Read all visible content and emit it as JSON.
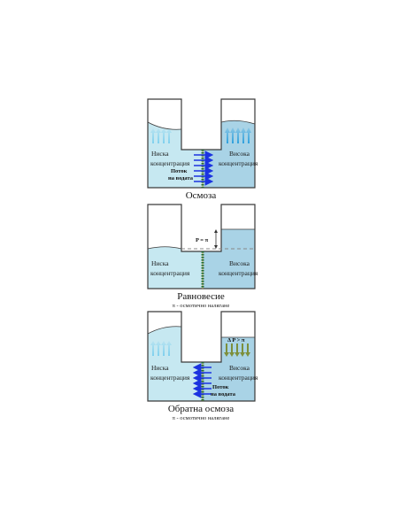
{
  "colors": {
    "low_water": "#c6e8f1",
    "high_water": "#a9d3e6",
    "outline": "#3a3a3a",
    "flow_arrow": "#1b33e0",
    "pressure_arrow": "#7d8f3c",
    "membrane_dash": "#1f6b34"
  },
  "panels": [
    {
      "low_label": [
        "Ниска",
        "концентрация"
      ],
      "high_label": [
        "Висока",
        "концентрация"
      ],
      "flow_label": [
        "Поток",
        "на водата"
      ],
      "title": "Осмоза",
      "subtitle": ""
    },
    {
      "low_label": [
        "Ниска",
        "концентрация"
      ],
      "high_label": [
        "Висока",
        "концентрация"
      ],
      "pressure_label": "P = π",
      "title": "Равновесие",
      "subtitle": "π - осмотично налягане"
    },
    {
      "low_label": [
        "Ниска",
        "концентрация"
      ],
      "high_label": [
        "Висока",
        "концентрация"
      ],
      "flow_label": [
        "Поток",
        "на водата"
      ],
      "pressure_label": "Δ P > π",
      "title": "Обратна осмоза",
      "subtitle": "π - осмотично налягане"
    }
  ]
}
